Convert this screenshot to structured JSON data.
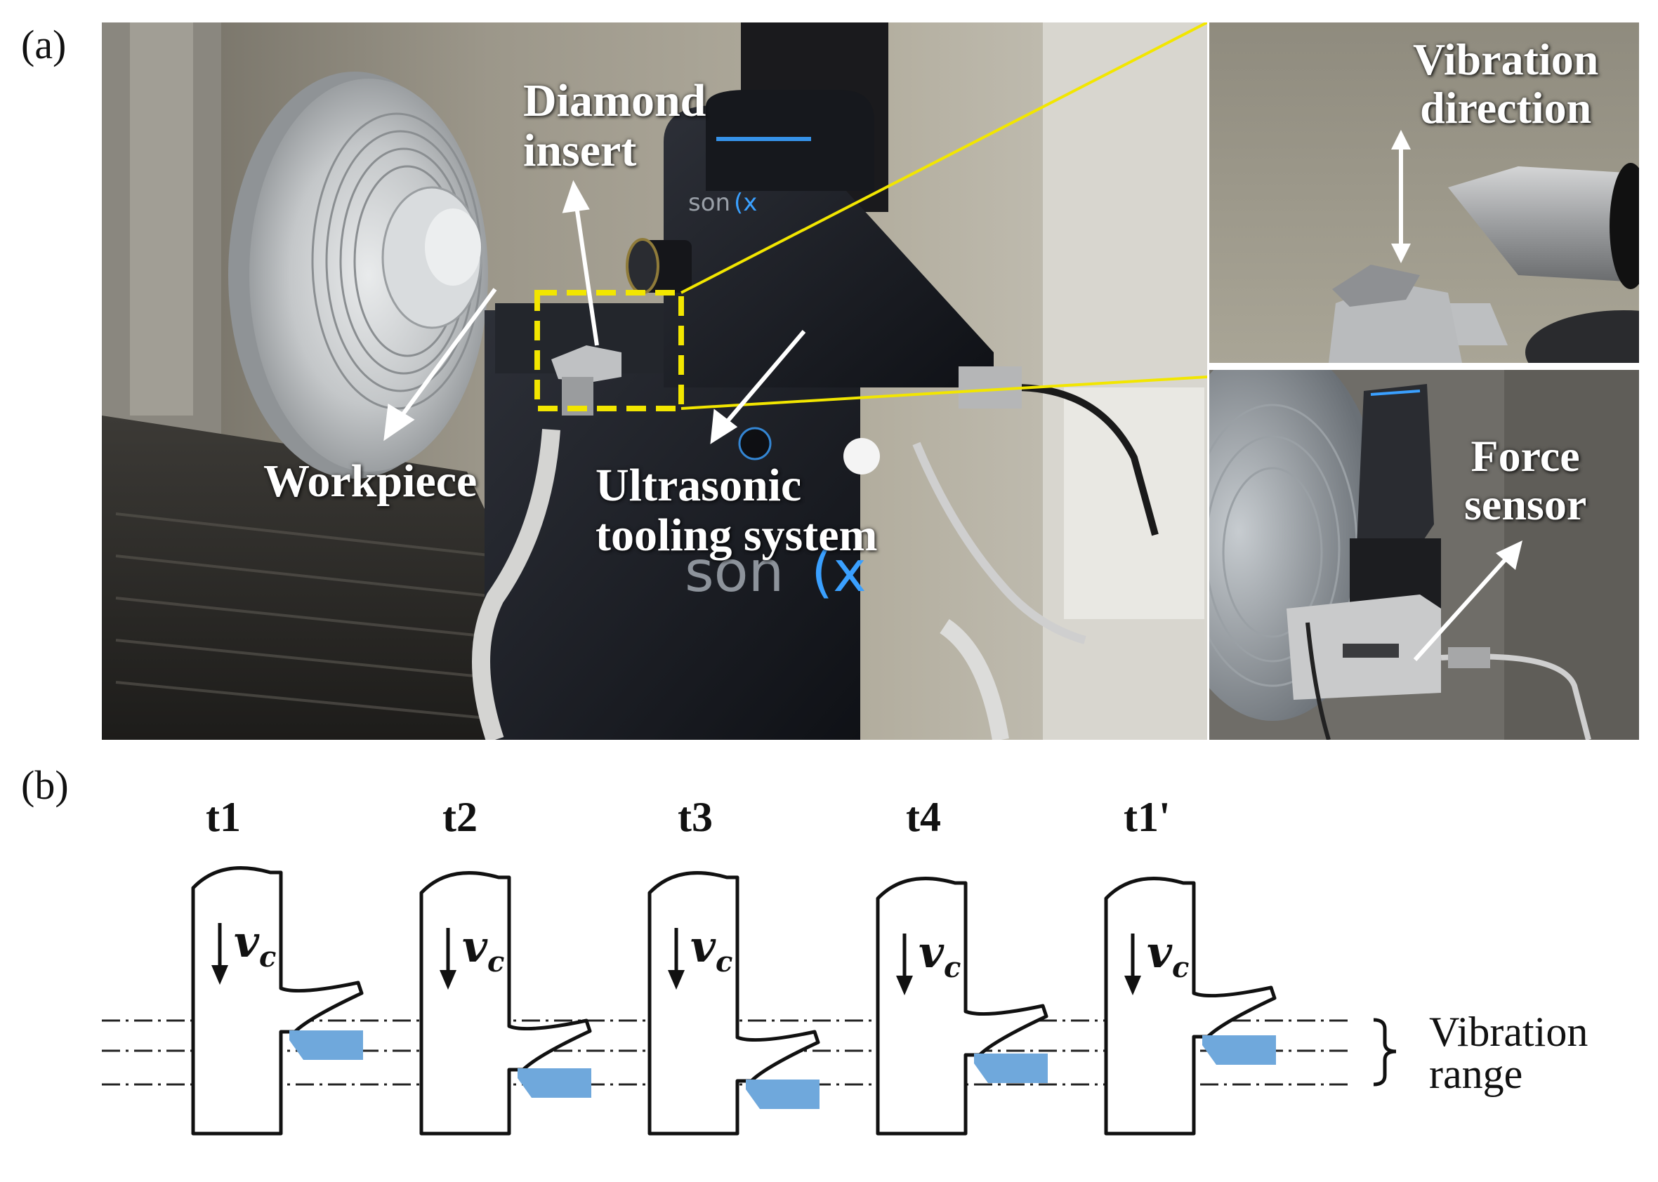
{
  "figure": {
    "panel_a": {
      "label": "(a)",
      "labels": {
        "diamond_insert": [
          "Diamond",
          "insert"
        ],
        "workpiece": "Workpiece",
        "ultrasonic": [
          "Ultrasonic",
          "tooling system"
        ],
        "vibration_direction": [
          "Vibration",
          "direction"
        ],
        "force_sensor": [
          "Force",
          "sensor"
        ]
      },
      "brand_text": "son",
      "colors": {
        "highlight_box": "#f2e600",
        "arrows": "#ffffff",
        "led": "#3aa0ff"
      }
    },
    "panel_b": {
      "label": "(b)",
      "time_labels": [
        "t1",
        "t2",
        "t3",
        "t4",
        "t1'"
      ],
      "velocity_symbol": "v",
      "velocity_subscript": "c",
      "range_label": [
        "Vibration",
        "range"
      ],
      "colors": {
        "tool": "#6fa8dc",
        "lines": "#222222"
      }
    }
  }
}
